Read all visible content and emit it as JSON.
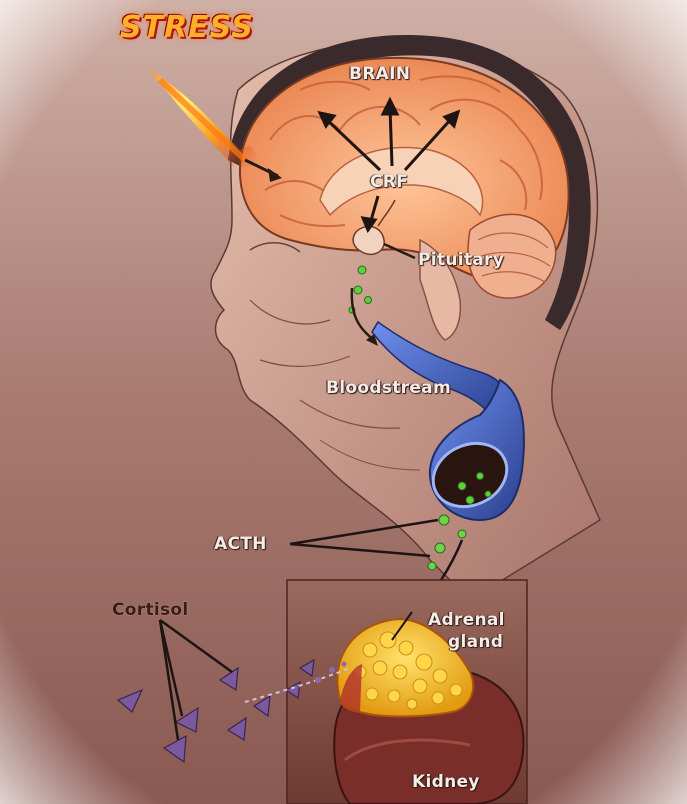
{
  "labels": {
    "stress": "STRESS",
    "brain": "BRAIN",
    "crf": "CRF",
    "pituitary": "Pituitary",
    "bloodstream": "Bloodstream",
    "acth": "ACTH",
    "cortisol": "Cortisol",
    "adrenal_line1": "Adrenal",
    "adrenal_line2": "gland",
    "kidney": "Kidney"
  },
  "colors": {
    "background_top": "#c9a8a0",
    "background_bottom": "#8a5a52",
    "brain": "#f4a36a",
    "brain_outline": "#3b2a2a",
    "bloodstream": "#3b5db8",
    "acth_particles": "#5fcf3a",
    "cortisol_particles": "#7a5a9c",
    "adrenal": "#f2c12e",
    "kidney": "#7a2e2a",
    "stress_text": "#ffb02a"
  }
}
